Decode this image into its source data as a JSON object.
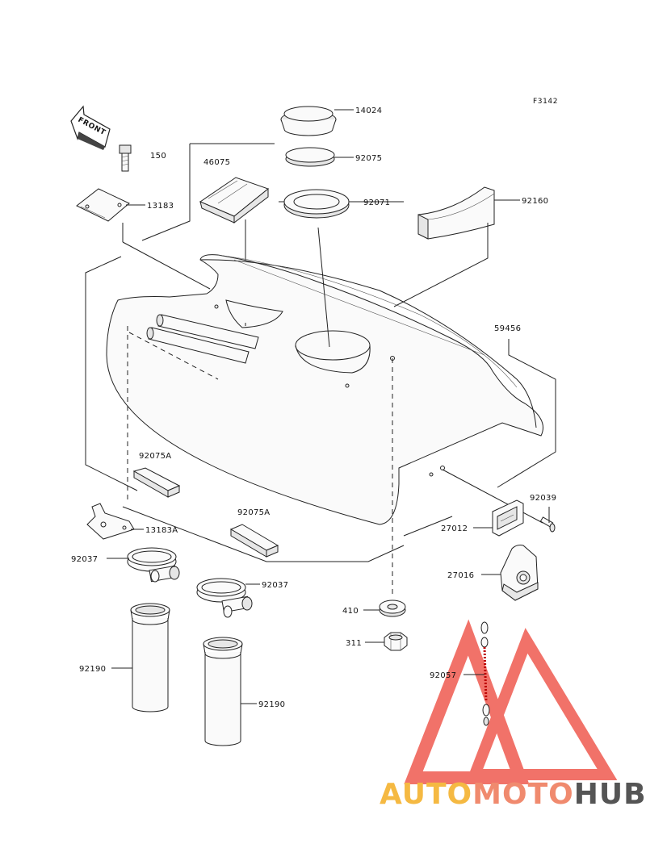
{
  "figure_code": "F3142",
  "front_arrow": "FRONT",
  "parts": {
    "p14024": "14024",
    "p92075_top": "92075",
    "p92071": "92071",
    "p46075": "46075",
    "p150": "150",
    "p13183": "13183",
    "p92160": "92160",
    "p59456": "59456",
    "p92075A_left": "92075A",
    "p92075A_right": "92075A",
    "p13183A": "13183A",
    "p92037_left": "92037",
    "p92037_right": "92037",
    "p92190_left": "92190",
    "p92190_right": "92190",
    "p92039": "92039",
    "p27012": "27012",
    "p27016": "27016",
    "p410": "410",
    "p311": "311",
    "p92057": "92057"
  },
  "watermark": {
    "part1": "AUTO",
    "part2": "MOTO",
    "part3": "HUB",
    "colors": {
      "auto": "#f5b942",
      "moto": "#f08a6e",
      "hub": "#555555",
      "triangle": "#ef5a4f"
    }
  }
}
